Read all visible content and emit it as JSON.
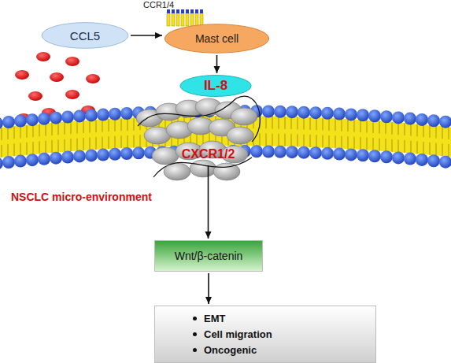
{
  "diagram": {
    "nodes": [
      {
        "text": [
          "CCL5"
        ]
      },
      {
        "text": [
          "Mast cell"
        ]
      },
      {
        "text": [
          "IL-8"
        ]
      },
      {
        "text": [
          "CXCR1/2"
        ]
      },
      {
        "text": [
          "Wnt/β-catenin"
        ]
      },
      {
        "text": [
          "EMT",
          "Cell migration",
          "Oncogenic"
        ]
      }
    ],
    "edges": [
      {
        "from": 0,
        "to": 1,
        "arrow": "to"
      },
      {
        "from": 1,
        "to": 2,
        "arrow": "to"
      },
      {
        "from": 3,
        "to": 4,
        "arrow": "to"
      },
      {
        "from": 4,
        "to": 5,
        "arrow": "to"
      }
    ],
    "labels": [
      "CCR1/4",
      "NSCLC micro-environment"
    ]
  }
}
